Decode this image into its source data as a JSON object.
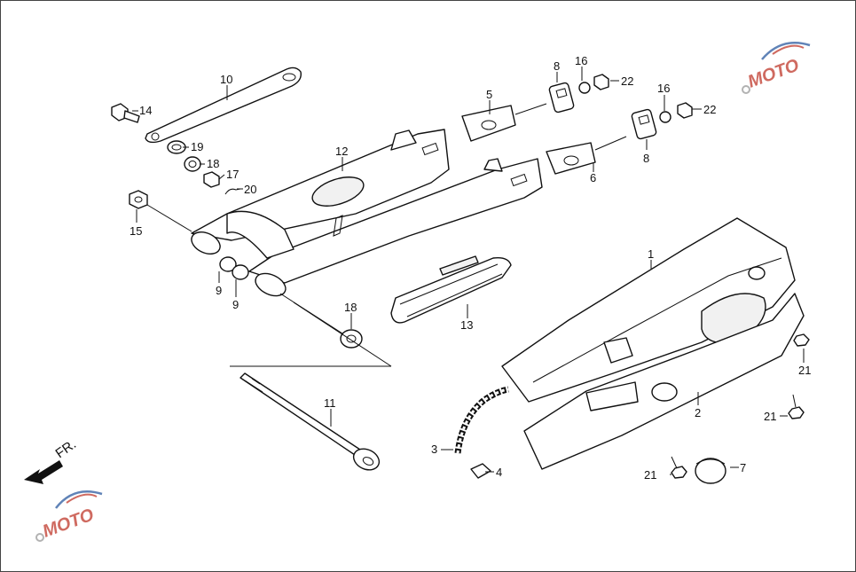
{
  "direction_label": "FR.",
  "watermark_text": "MOTO",
  "colors": {
    "line": "#111111",
    "watermark_red": "#c0392b",
    "watermark_blue": "#2c5aa0"
  },
  "callouts": {
    "c1": "1",
    "c2": "2",
    "c3": "3",
    "c4": "4",
    "c5": "5",
    "c6": "6",
    "c7": "7",
    "c8a": "8",
    "c8b": "8",
    "c9a": "9",
    "c9b": "9",
    "c10": "10",
    "c11": "11",
    "c12": "12",
    "c13": "13",
    "c14": "14",
    "c15": "15",
    "c16a": "16",
    "c16b": "16",
    "c17": "17",
    "c18a": "18",
    "c18b": "18",
    "c19": "19",
    "c20": "20",
    "c21a": "21",
    "c21b": "21",
    "c21c": "21",
    "c22a": "22",
    "c22b": "22"
  }
}
